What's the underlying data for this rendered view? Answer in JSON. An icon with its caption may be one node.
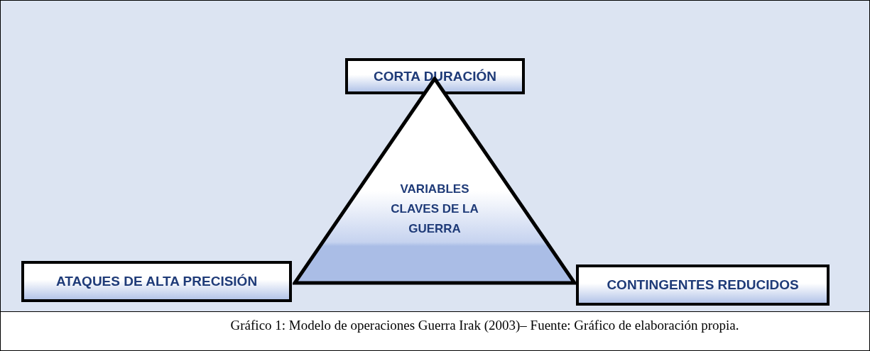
{
  "diagram": {
    "caption": "Gráfico 1: Modelo de operaciones Guerra Irak (2003)– Fuente: Gráfico de elaboración propia.",
    "nodes": [
      {
        "text": [
          "CORTA DURACIÓN"
        ]
      },
      {
        "text": [
          "VARIABLES CLAVES DE LA GUERRA"
        ]
      },
      {
        "text": [
          "ATAQUES DE ALTA PRECISIÓN"
        ]
      },
      {
        "text": [
          "CONTINGENTES REDUCIDOS"
        ]
      }
    ]
  }
}
